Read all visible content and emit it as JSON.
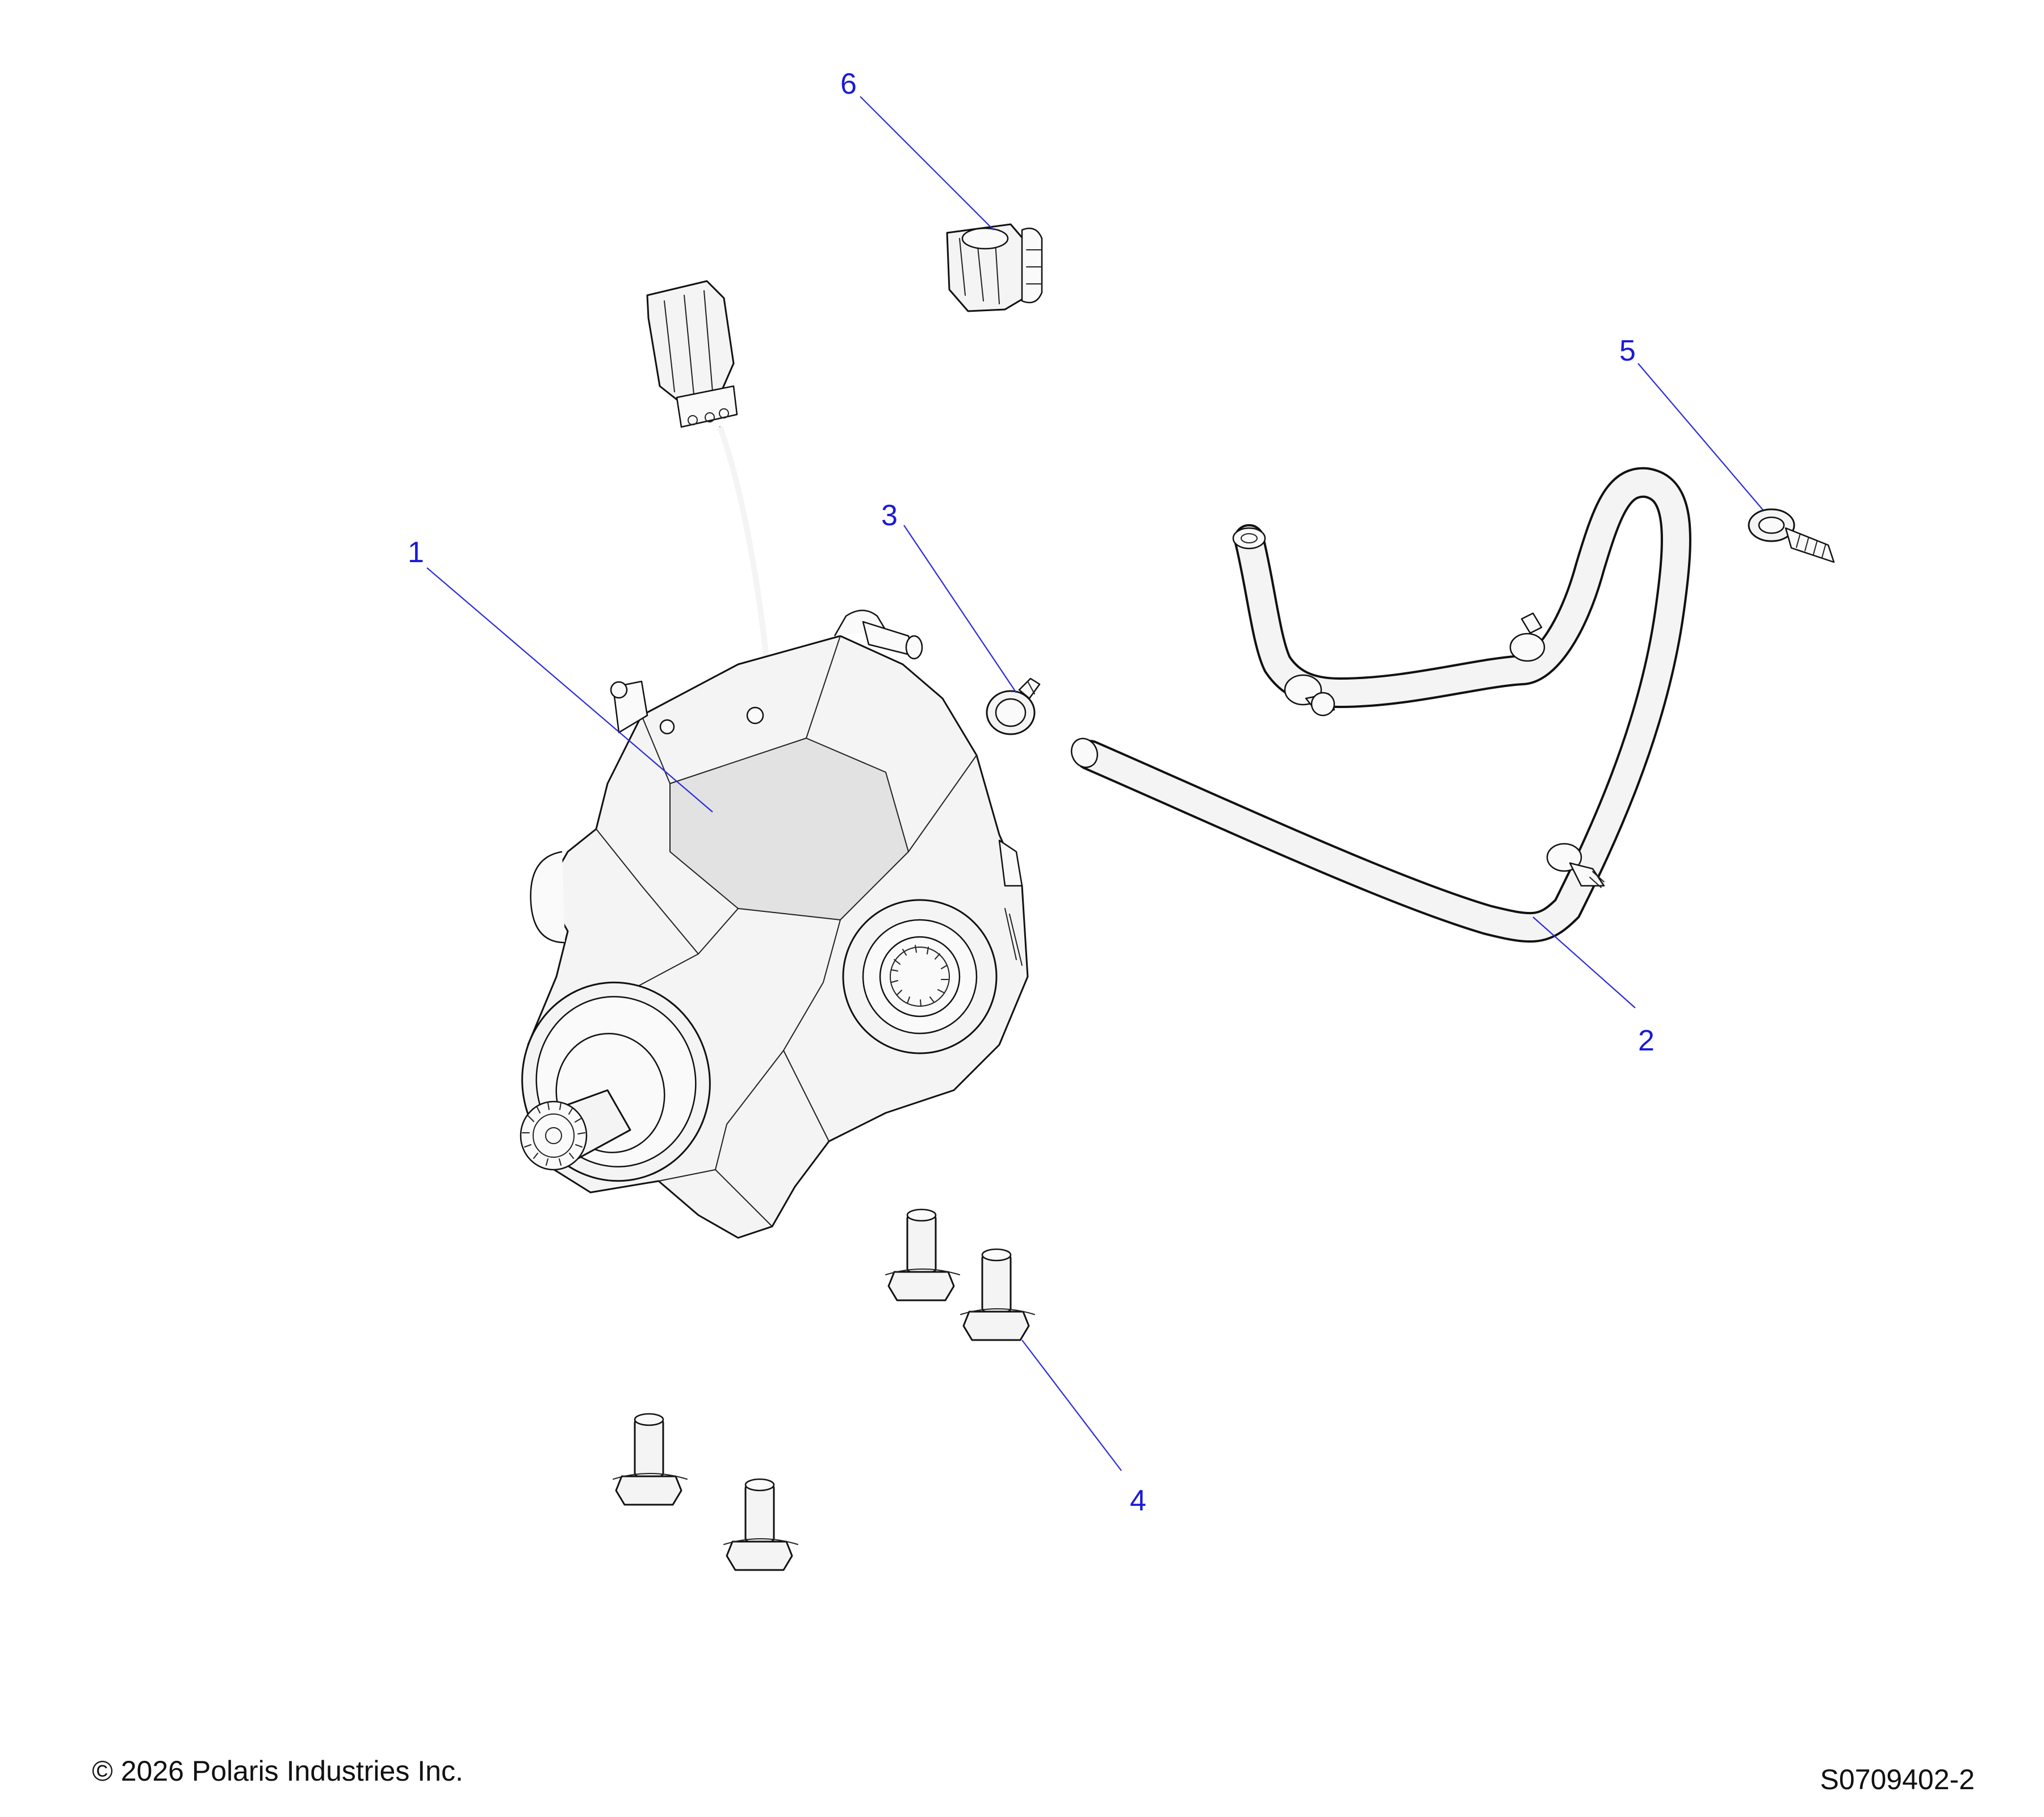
{
  "callouts": [
    {
      "number": "1",
      "part": "front-gearcase"
    },
    {
      "number": "2",
      "part": "vent-hose"
    },
    {
      "number": "3",
      "part": "hose-clamp"
    },
    {
      "number": "4",
      "part": "mounting-bolts"
    },
    {
      "number": "5",
      "part": "hose-clip"
    },
    {
      "number": "6",
      "part": "connector-retainer"
    }
  ],
  "footer": {
    "copyright": "© 2026 Polaris Industries Inc.",
    "drawing_number": "S0709402-2"
  },
  "colors": {
    "callout": "#1a1ad6",
    "linework": "#111111",
    "fill": "#f4f4f4"
  }
}
